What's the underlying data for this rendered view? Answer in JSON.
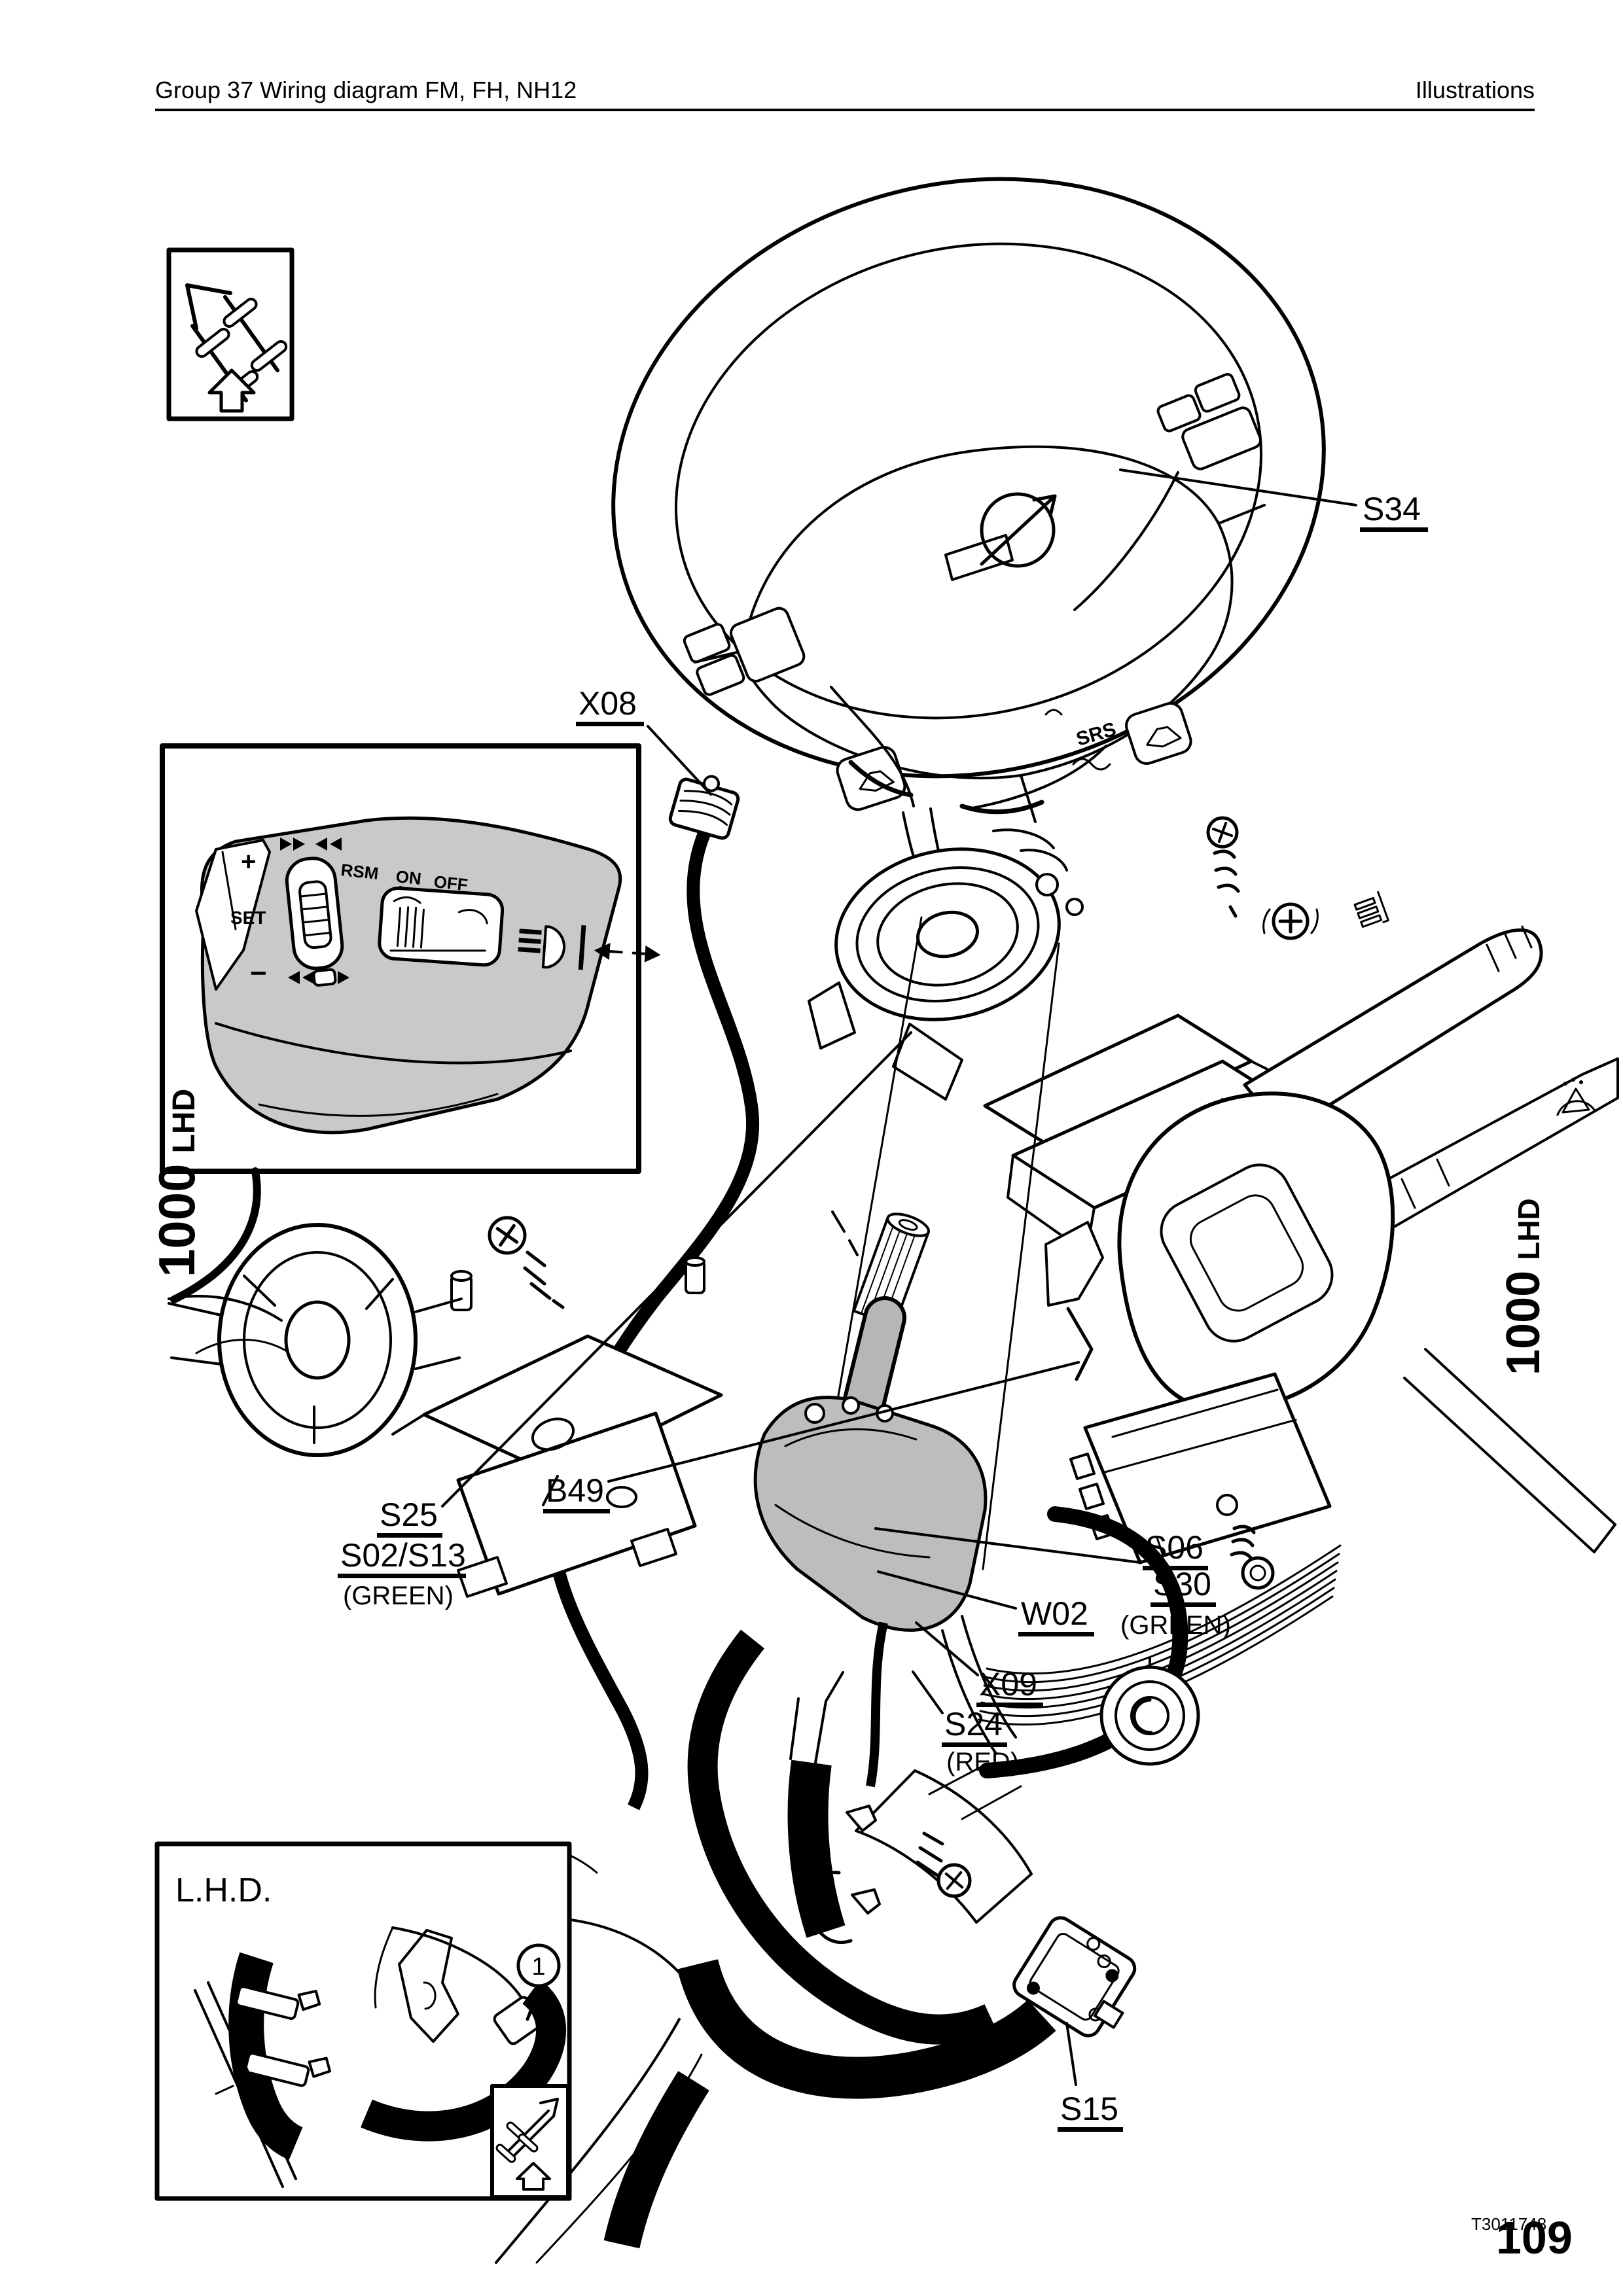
{
  "header": {
    "left": "Group 37 Wiring diagram FM, FH, NH12",
    "right": "Illustrations"
  },
  "callouts": {
    "s34": "S34",
    "x08": "X08",
    "b49": "B49",
    "s25": "S25",
    "s02_s13": "S02/S13",
    "s25_color": "(GREEN)",
    "s06": "S06",
    "s30": "S30",
    "s30_color": "(GREEN)",
    "w02": "W02",
    "x09": "X09",
    "s24": "S24",
    "s24_color": "(RED)",
    "s15": "S15"
  },
  "position_labels": {
    "num": "1000",
    "lhd": "LHD"
  },
  "wheel": {
    "srs": "SRS"
  },
  "inset_stalk": {
    "plus": "+",
    "minus": "−",
    "set": "SET",
    "rsm": "RSM",
    "on": "ON",
    "off": "OFF"
  },
  "inset_lhd": {
    "title": "L.H.D.",
    "callout_1": "1"
  },
  "footer": {
    "figure_code": "T3011748",
    "page_number": "109"
  },
  "icons": {
    "truck_direction": "truck-direction-icon",
    "up_arrow": "up-arrow-icon",
    "wiper": "wiper-icon",
    "headlight_flash": "headlight-flash-icon",
    "horn": "horn-icon",
    "srs_airbag": "airbag-squiggle-icon",
    "screw": "phillips-screw-icon"
  },
  "colors": {
    "line": "#000000",
    "paper": "#ffffff",
    "wire_dark": "#8a8a8a",
    "metal_shaft": "#b6b6b6",
    "housing_gray": "#bdbdbd",
    "conduit_gray": "#d6d6d6",
    "stalk_body_gray": "#c9c9c9"
  }
}
